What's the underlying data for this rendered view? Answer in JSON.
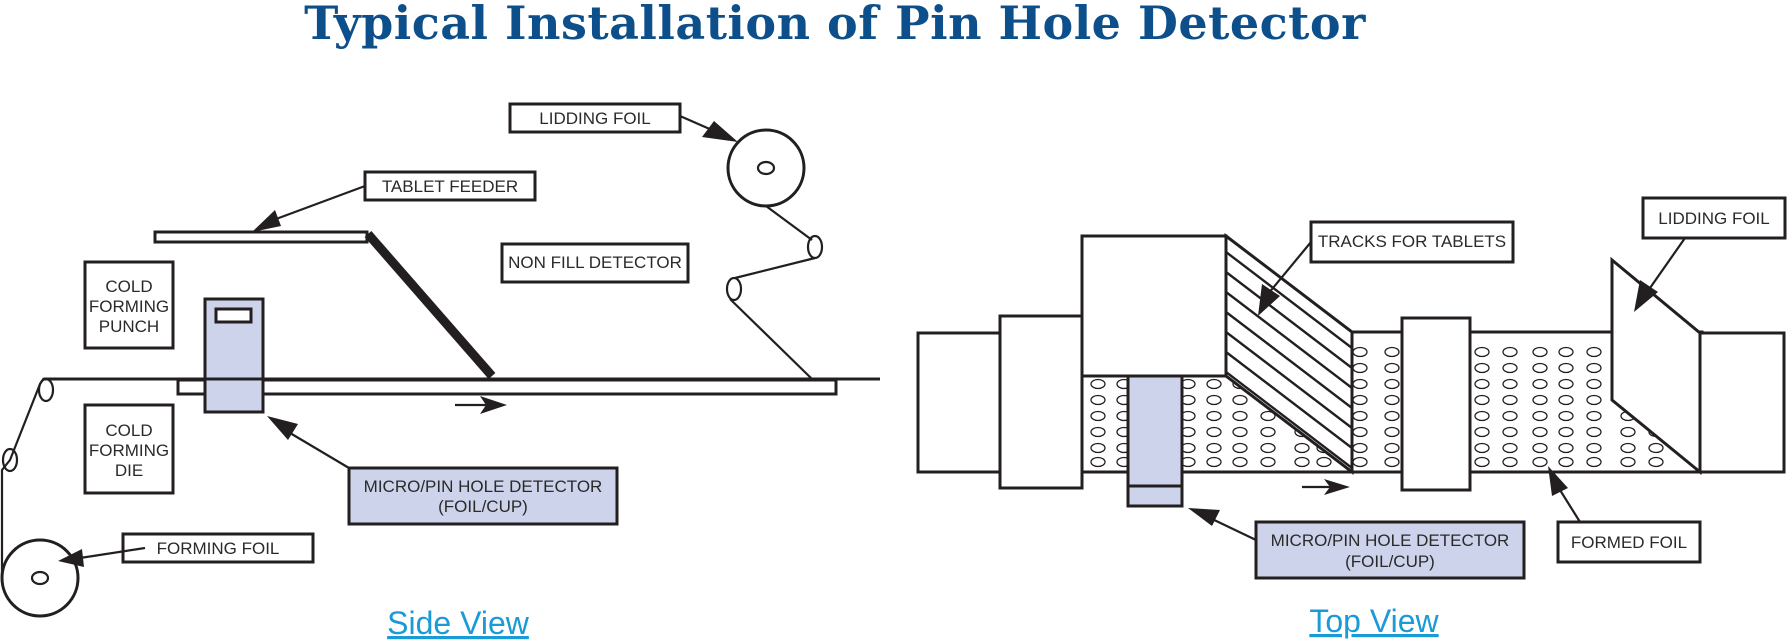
{
  "title": "Typical Installation of Pin Hole Detector",
  "side": {
    "view_link": "Side View",
    "lidding_foil": "LIDDING FOIL",
    "tablet_feeder": "TABLET FEEDER",
    "non_fill_detector": "NON FILL DETECTOR",
    "cold_forming_punch": [
      "COLD",
      "FORMING",
      "PUNCH"
    ],
    "cold_forming_die": [
      "COLD",
      "FORMING",
      "DIE"
    ],
    "detector": [
      "MICRO/PIN HOLE DETECTOR",
      "(FOIL/CUP)"
    ],
    "forming_foil": "FORMING FOIL"
  },
  "top": {
    "view_link": "Top View",
    "tracks_for_tablets": "TRACKS FOR TABLETS",
    "lidding_foil": "LIDDING FOIL",
    "detector": [
      "MICRO/PIN HOLE DETECTOR",
      "(FOIL/CUP)"
    ],
    "formed_foil": "FORMED FOIL"
  },
  "colors": {
    "title": "#0d4f8b",
    "link": "#1a9ad6",
    "detector_fill": "#ccd3ea",
    "stroke": "#231f20"
  }
}
